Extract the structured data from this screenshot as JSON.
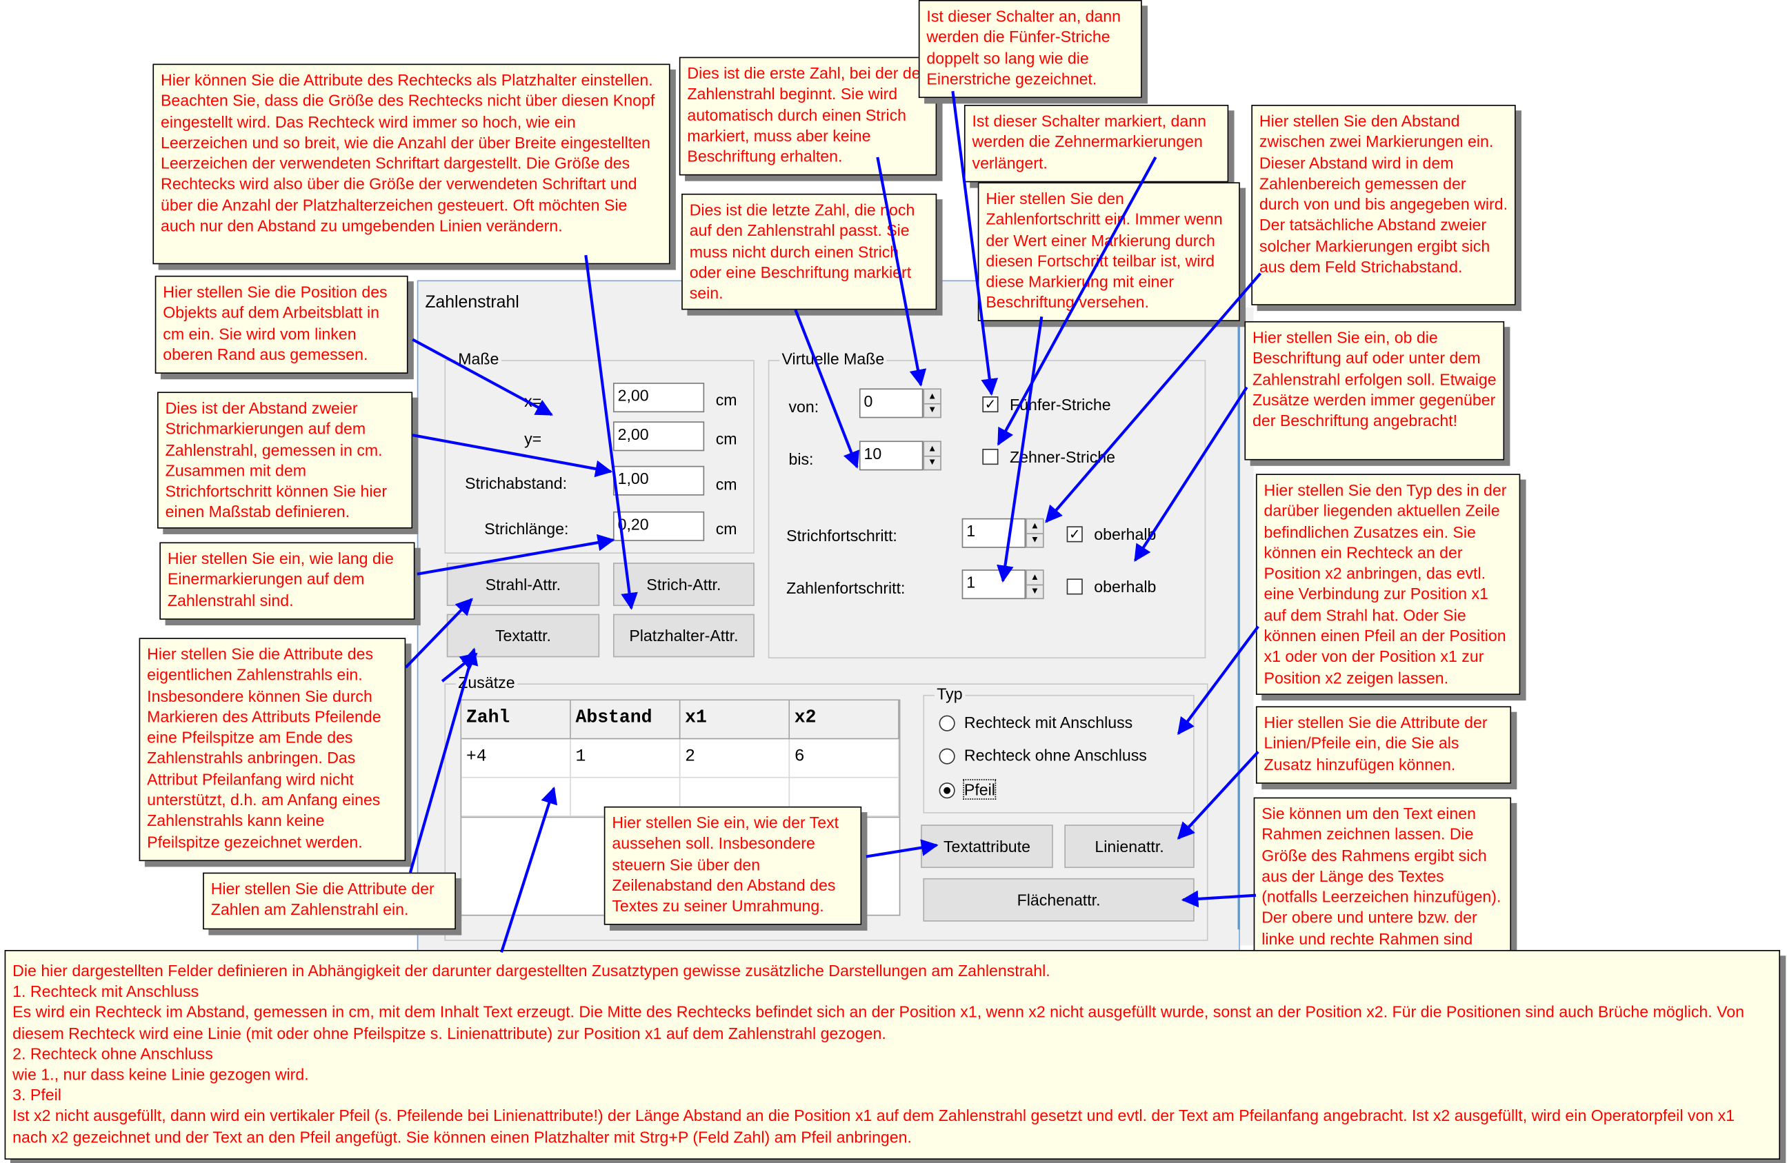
{
  "dialog": {
    "title": "Zahlenstrahl",
    "masse": {
      "label": "Maße",
      "x_label": "x=",
      "x_value": "2,00",
      "y_label": "y=",
      "y_value": "2,00",
      "strichabstand_label": "Strichabstand:",
      "strichabstand_value": "1,00",
      "strichlaenge_label": "Strichlänge:",
      "strichlaenge_value": "0,20",
      "unit": "cm"
    },
    "virtuelle": {
      "label": "Virtuelle Maße",
      "von_label": "von:",
      "von_value": "0",
      "bis_label": "bis:",
      "bis_value": "10",
      "fuenfer_label": "Fünfer-Striche",
      "fuenfer_checked": "✓",
      "zehner_label": "Zehner-Striche",
      "strichfortschritt_label": "Strichfortschritt:",
      "strichfortschritt_value": "1",
      "zahlenfortschritt_label": "Zahlenfortschritt:",
      "zahlenfortschritt_value": "1",
      "oberhalb_label": "oberhalb",
      "oberhalb1_checked": "✓"
    },
    "buttons": {
      "strahl": "Strahl-Attr.",
      "strich": "Strich-Attr.",
      "text": "Textattr.",
      "platzhalter": "Platzhalter-Attr.",
      "textattribute": "Textattribute",
      "linienattr": "Linienattr.",
      "flaechenattr": "Flächenattr."
    },
    "zusaetze": {
      "label": "Zusätze",
      "columns": [
        "Zahl",
        "Abstand",
        "x1",
        "x2"
      ],
      "rows": [
        [
          "+4",
          "1",
          "2",
          "6"
        ]
      ]
    },
    "typ": {
      "label": "Typ",
      "options": [
        "Rechteck mit Anschluss",
        "Rechteck ohne Anschluss",
        "Pfeil"
      ],
      "selected": "Pfeil"
    }
  },
  "callouts": {
    "platzhalter": "Hier können Sie die Attribute des Rechtecks als Platzhalter einstellen. Beachten Sie, dass die Größe des Rechtecks nicht über diesen Knopf eingestellt wird. Das Rechteck wird immer so hoch, wie ein Leerzeichen und so breit, wie die Anzahl der über Breite eingestellten Leerzeichen der verwendeten Schriftart dargestellt. Die Größe des Rechtecks wird also über die Größe der verwendeten Schriftart und über die Anzahl der Platzhalterzeichen gesteuert. Oft möchten Sie auch nur den Abstand zu umgebenden Linien verändern.",
    "position": "Hier stellen Sie die Position des Objekts auf dem Arbeitsblatt in cm ein. Sie wird vom linken oberen Rand aus gemessen.",
    "strichabstand": "Dies ist der Abstand zweier Strichmarkierungen auf dem Zahlenstrahl, gemessen in cm. Zusammen mit dem Strichfortschritt können Sie hier einen Maßstab definieren.",
    "strichlaenge": "Hier stellen Sie ein, wie lang die Einermarkierungen auf dem Zahlenstrahl sind.",
    "strahl": "Hier stellen Sie die Attribute des eigentlichen Zahlenstrahls ein. Insbesondere können Sie durch Markieren des Attributs Pfeilende eine Pfeilspitze am Ende des Zahlenstrahls anbringen. Das Attribut Pfeilanfang wird nicht unterstützt, d.h. am Anfang eines Zahlenstrahls kann keine Pfeilspitze gezeichnet werden.",
    "zahlen": "Hier stellen Sie die Attribute der Zahlen am Zahlenstrahl ein.",
    "von": "Dies ist die erste Zahl, bei der der Zahlenstrahl beginnt. Sie wird automatisch durch einen Strich markiert, muss aber keine Beschriftung erhalten.",
    "bis": "Dies ist die letzte Zahl, die noch auf den Zahlenstrahl passt. Sie muss nicht durch einen Strich oder eine Beschriftung markiert sein.",
    "fuenfer": "Ist dieser Schalter an, dann werden die Fünfer-Striche doppelt so lang wie die Einerstriche gezeichnet.",
    "zehner": "Ist dieser Schalter markiert, dann werden die Zehnermarkierungen verlängert.",
    "zahlenfortschritt": "Hier stellen Sie den Zahlenfortschritt ein. Immer wenn der Wert einer Markierung durch diesen Fortschritt teilbar ist, wird diese Markierung mit einer Beschriftung versehen.",
    "strichfortschritt": "Hier stellen Sie den Abstand zwischen zwei Markierungen ein. Dieser Abstand wird in dem Zahlenbereich gemessen der durch von und bis angegeben wird. Der tatsächliche Abstand zweier solcher Markierungen ergibt sich aus dem Feld Strichabstand.",
    "oberhalb": "Hier stellen Sie ein, ob die Beschriftung auf oder unter dem Zahlenstrahl erfolgen soll. Etwaige Zusätze werden immer gegenüber der Beschriftung angebracht!",
    "typ": "Hier stellen Sie den Typ des in der darüber liegenden aktuellen Zeile befindlichen Zusatzes ein. Sie können ein Rechteck an der Position x2 anbringen, das evtl. eine Verbindung zur Position x1 auf dem Strahl hat. Oder Sie können einen Pfeil an der Position x1 oder von der Position x1 zur Position x2 zeigen lassen.",
    "linien": "Hier stellen Sie die Attribute der Linien/Pfeile ein, die Sie als Zusatz hinzufügen können.",
    "textattribute": "Hier stellen Sie ein, wie der Text aussehen soll. Insbesondere steuern Sie über den Zeilenabstand den Abstand des Textes zu seiner Umrahmung.",
    "flaechen": "Sie können um den Text einen Rahmen zeichnen lassen. Die Größe des Rahmens ergibt sich aus der Länge des Textes (notfalls Leerzeichen hinzufügen). Der obere und untere bzw. der linke und rechte Rahmen sind immer gleich groß.",
    "bottom": [
      "Die hier dargestellten Felder definieren in Abhängigkeit der darunter dargestellten Zusatztypen gewisse zusätzliche Darstellungen am Zahlenstrahl.",
      "1. Rechteck mit Anschluss",
      "Es wird ein Rechteck im Abstand, gemessen in cm, mit dem Inhalt Text erzeugt. Die Mitte des Rechtecks befindet sich an der Position x1, wenn x2 nicht ausgefüllt wurde, sonst an der Position x2. Für die Positionen sind auch Brüche möglich. Von diesem Rechteck wird eine Linie (mit oder ohne Pfeilspitze s. Linienattribute) zur Position x1 auf dem Zahlenstrahl gezogen.",
      "2. Rechteck ohne Anschluss",
      "wie 1., nur dass keine Linie gezogen wird.",
      "3. Pfeil",
      "Ist x2 nicht ausgefüllt, dann wird ein vertikaler Pfeil (s. Pfeilende bei Linienattribute!) der Länge Abstand an die Position x1 auf dem Zahlenstrahl gesetzt und evtl. der Text am Pfeilanfang angebracht. Ist x2 ausgefüllt, wird ein Operatorpfeil von x1 nach x2 gezeichnet und der Text an den Pfeil angefügt. Sie können einen Platzhalter mit Strg+P (Feld Zahl) am Pfeil anbringen."
    ]
  },
  "colors": {
    "callout_text": "#ff0000",
    "callout_bg": "#fffee6",
    "arrow": "#0000ff",
    "dialog_bg": "#f0f0f0"
  }
}
